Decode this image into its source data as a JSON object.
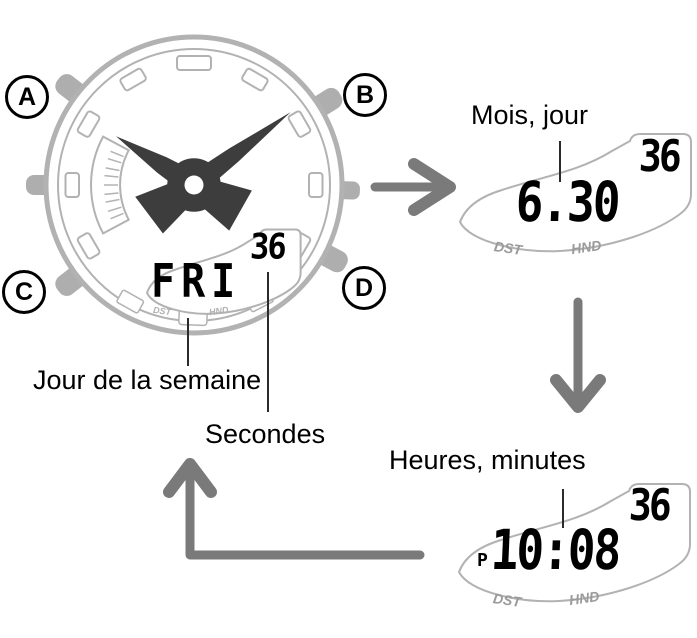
{
  "figure": {
    "type": "watch-mode-instruction-diagram"
  },
  "watch": {
    "buttons": [
      {
        "label": "A"
      },
      {
        "label": "B"
      },
      {
        "label": "C"
      },
      {
        "label": "D"
      }
    ],
    "lcd": {
      "day_of_week": "FRI",
      "seconds": "36",
      "dst_label": "DST",
      "hnd_label": "HND"
    }
  },
  "callouts": {
    "month_day": "Mois, jour",
    "day_of_week": "Jour de la semaine",
    "seconds": "Secondes",
    "hours_minutes": "Heures, minutes"
  },
  "month_day_display": {
    "main_value": "6.30",
    "seconds": "36",
    "dst_label": "DST",
    "hnd_label": "HND"
  },
  "time_display": {
    "main_value": "10:08",
    "pm_indicator": "P",
    "seconds": "36",
    "dst_label": "DST",
    "hnd_label": "HND"
  },
  "colors": {
    "background": "#ffffff",
    "line_art_gray": "#b2b2b2",
    "arrow_gray": "#7a7a7a",
    "hands_dark": "#3d3d3d",
    "text_black": "#000000",
    "panel_label_gray": "#9a9a9a"
  }
}
